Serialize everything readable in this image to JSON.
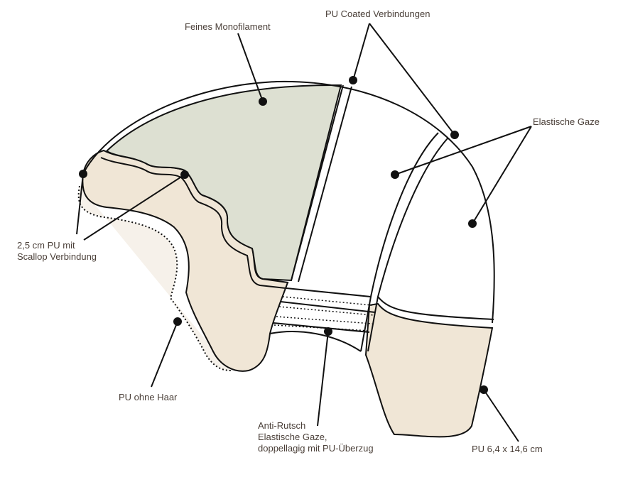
{
  "labels": {
    "monofilament": "Feines Monofilament",
    "pu_coated": "PU Coated Verbindungen",
    "elastic_gauze": "Elastische Gaze",
    "scallop_line1": "2,5 cm PU mit",
    "scallop_line2": "Scallop Verbindung",
    "pu_no_hair": "PU ohne Haar",
    "anti_slip_line1": "Anti-Rutsch",
    "anti_slip_line2": "Elastische Gaze,",
    "anti_slip_line3": "doppellagig mit PU-Überzug",
    "pu_size": "PU 6,4 x 14,6 cm"
  },
  "colors": {
    "monofilament": "#dde0d2",
    "pu": "#f0e6d6",
    "pu_no_hair": "#f6f1ea",
    "line": "#111111",
    "text": "#4a3f38"
  }
}
